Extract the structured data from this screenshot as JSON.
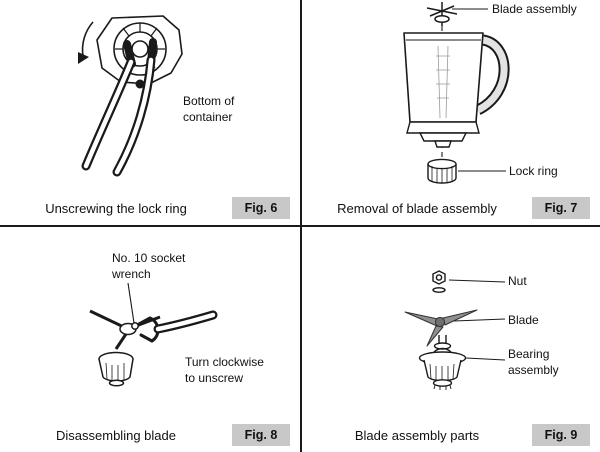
{
  "page": {
    "colors": {
      "background": "#ffffff",
      "line": "#1a1a1a",
      "badge_bg": "#c8c8c8",
      "text": "#111111"
    }
  },
  "panels": [
    {
      "caption": "Unscrewing the lock ring",
      "fig_label": "Fig. 6",
      "callouts": {
        "bottom_of_container": "Bottom of\ncontainer"
      }
    },
    {
      "caption": "Removal of blade assembly",
      "fig_label": "Fig. 7",
      "callouts": {
        "blade_assembly": "Blade assembly",
        "lock_ring": "Lock ring"
      }
    },
    {
      "caption": "Disassembling blade",
      "fig_label": "Fig. 8",
      "callouts": {
        "socket_wrench": "No. 10 socket\nwrench",
        "turn_clockwise": "Turn clockwise\nto unscrew"
      }
    },
    {
      "caption": "Blade assembly parts",
      "fig_label": "Fig. 9",
      "callouts": {
        "nut": "Nut",
        "blade": "Blade",
        "bearing_assembly": "Bearing\nassembly"
      }
    }
  ]
}
